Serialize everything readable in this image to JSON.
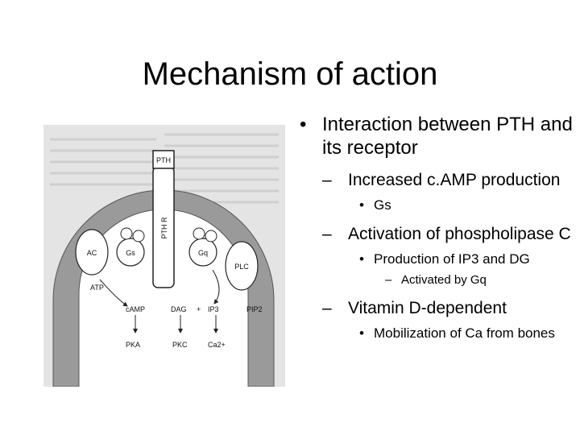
{
  "slide": {
    "title": "Mechanism of action"
  },
  "diagram": {
    "labels": {
      "pth": "PTH",
      "pth_r": "PTH R",
      "ac": "AC",
      "gs": "Gs",
      "gq": "Gq",
      "plc": "PLC",
      "atp": "ATP",
      "camp": "cAMP",
      "dag": "DAG",
      "plus": "+",
      "ip3": "IP3",
      "pip2": "PIP2",
      "pka": "PKA",
      "pkc": "PKC",
      "ca": "Ca2+"
    }
  },
  "bullets": {
    "b1": {
      "marker": "•",
      "text": "Interaction between PTH and its receptor"
    },
    "b1a": {
      "marker": "–",
      "text": "Increased c.AMP production"
    },
    "b1a1": {
      "marker": "•",
      "text": "Gs"
    },
    "b1b": {
      "marker": "–",
      "text": "Activation of phospholipase C"
    },
    "b1b1": {
      "marker": "•",
      "text": "Production of IP3 and DG"
    },
    "b1b1a": {
      "marker": "–",
      "text": "Activated by Gq"
    },
    "b1c": {
      "marker": "–",
      "text": "Vitamin D-dependent"
    },
    "b1c1": {
      "marker": "•",
      "text": "Mobilization of Ca from bones"
    }
  }
}
